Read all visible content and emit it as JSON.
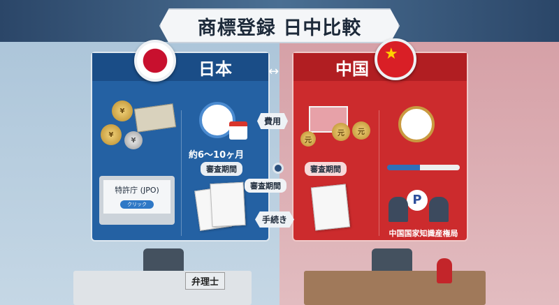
{
  "title": "商標登録 日中比較",
  "japan": {
    "heading": "日本",
    "duration": "約6〜10ヶ月",
    "review_tag": "審査期間",
    "laptop_title": "特許庁 (JPO)",
    "click_button": "クリック",
    "desk_sign": "弁理士",
    "coin_symbol": "¥"
  },
  "china": {
    "heading": "中国",
    "review_tag": "審査期間",
    "agency": "中国国家知識産権局",
    "coin_symbol": "元",
    "flag_star": "★"
  },
  "center": {
    "cost": "費用",
    "review": "審査期間",
    "procedure": "手続き",
    "arrow": "↔"
  },
  "colors": {
    "japan_panel": "#2461a3",
    "china_panel": "#cc2b2d",
    "background_left": "#b9cfe0",
    "background_right": "#d9a8ad"
  }
}
